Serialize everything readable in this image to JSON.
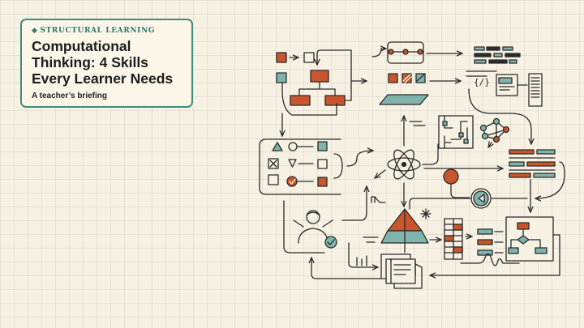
{
  "card": {
    "kicker": "STRUCTURAL LEARNING",
    "title": "Computational Thinking: 4 Skills Every Learner Needs",
    "subtitle": "A teacher’s briefing"
  },
  "code_symbol": "{/}",
  "colors": {
    "orange": "#c8552d",
    "teal": "#7fb3ab",
    "ink": "#2a2a2a",
    "border_teal": "#3f8c7c",
    "background": "#f6f1e2"
  }
}
